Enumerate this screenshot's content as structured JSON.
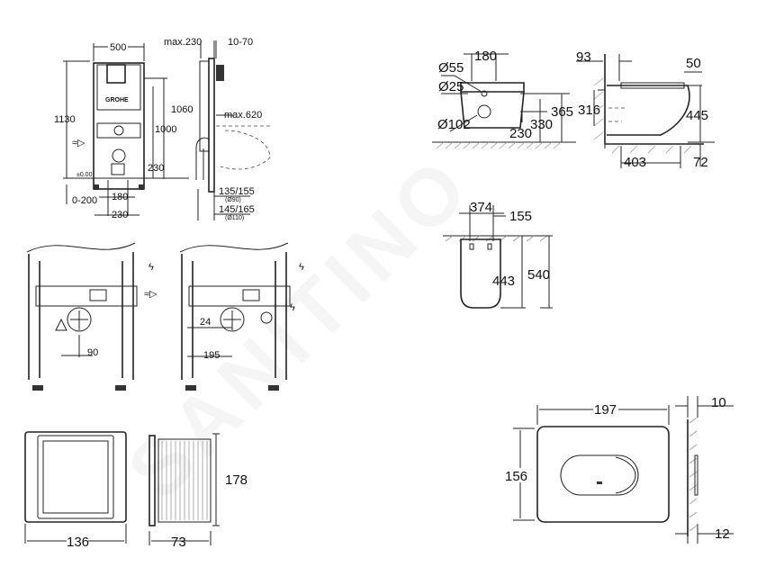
{
  "watermark": "SANITINO",
  "frame_front": {
    "logo": "GROHE",
    "width": "500",
    "height_total": "1130",
    "height_1060": "1060",
    "height_1000": "1000",
    "height_230": "230",
    "zero": "±0.00",
    "range": "0-200",
    "dist_180": "180",
    "dist_230": "230"
  },
  "frame_side": {
    "max_230": "max.230",
    "range_10_70": "10-70",
    "max_620": "max.620",
    "d1": "135/155",
    "d1_sub": "(Ø90)",
    "d2": "145/165",
    "d2_sub": "(Ø110)"
  },
  "connections": {
    "dist_90": "90",
    "dist_24": "24",
    "dist_195": "195"
  },
  "access_plate": {
    "width": "136",
    "depth": "73",
    "height": "178"
  },
  "toilet_front": {
    "d55": "Ø55",
    "d25": "Ø25",
    "d102": "Ø102",
    "w180": "180",
    "h365": "365",
    "h330": "330",
    "h230": "230"
  },
  "toilet_side": {
    "d93": "93",
    "d50": "50",
    "h316": "316",
    "h445": "445",
    "l403": "403",
    "d72": "72"
  },
  "toilet_top": {
    "w374": "374",
    "w155": "155",
    "l443": "443",
    "l540": "540"
  },
  "flush_plate": {
    "width": "197",
    "height": "156",
    "depth10": "10",
    "depth12": "12"
  }
}
